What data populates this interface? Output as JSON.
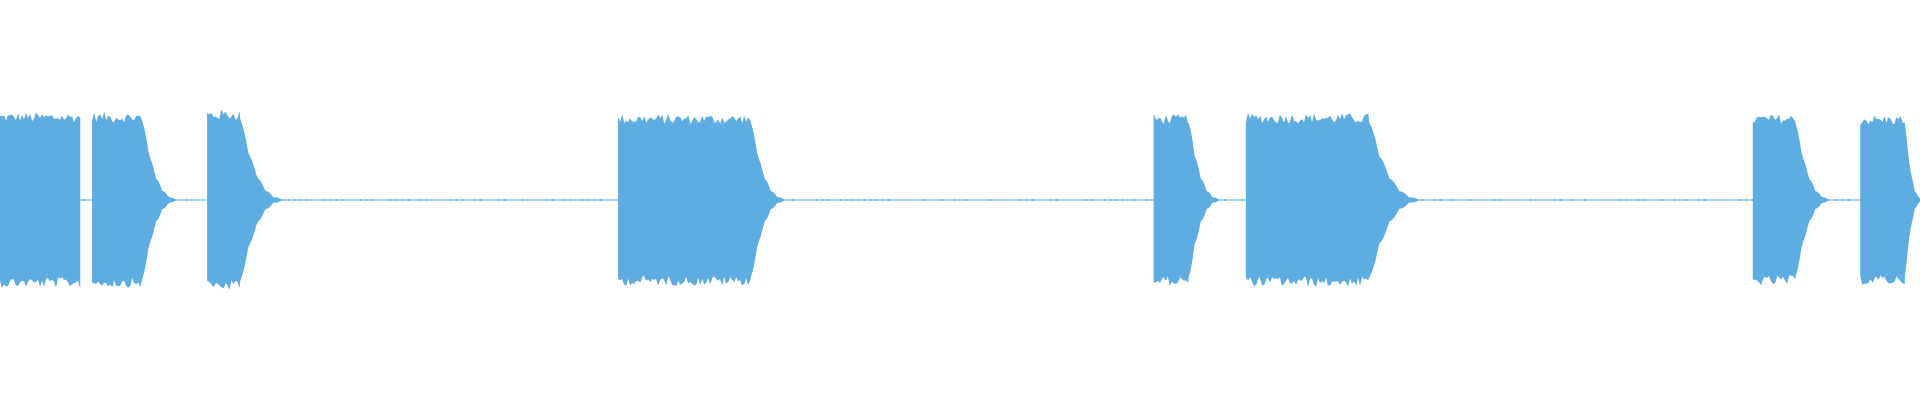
{
  "waveform": {
    "color": "#5DADE2",
    "background": "#FFFFFF",
    "amplitude_scale": 1,
    "bursts": [
      {
        "start": 0.0,
        "end": 0.042,
        "amplitude": 0.95,
        "decay": 0.0
      },
      {
        "start": 0.048,
        "end": 0.074,
        "amplitude": 0.95,
        "decay": 0.02
      },
      {
        "start": 0.108,
        "end": 0.125,
        "amplitude": 0.98,
        "decay": 0.025
      },
      {
        "start": 0.322,
        "end": 0.391,
        "amplitude": 0.93,
        "decay": 0.02
      },
      {
        "start": 0.601,
        "end": 0.619,
        "amplitude": 0.93,
        "decay": 0.018
      },
      {
        "start": 0.649,
        "end": 0.713,
        "amplitude": 0.94,
        "decay": 0.03
      },
      {
        "start": 0.913,
        "end": 0.935,
        "amplitude": 0.93,
        "decay": 0.02
      },
      {
        "start": 0.969,
        "end": 0.992,
        "amplitude": 0.92,
        "decay": 0.01
      }
    ]
  }
}
